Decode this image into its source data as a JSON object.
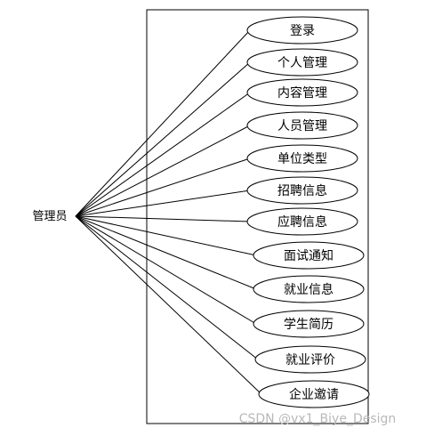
{
  "actor": {
    "label": "管理员"
  },
  "use_cases": [
    {
      "label": "登录"
    },
    {
      "label": "个人管理"
    },
    {
      "label": "内容管理"
    },
    {
      "label": "人员管理"
    },
    {
      "label": "单位类型"
    },
    {
      "label": "招聘信息"
    },
    {
      "label": "应聘信息"
    },
    {
      "label": "面试通知"
    },
    {
      "label": "就业信息"
    },
    {
      "label": "学生简历"
    },
    {
      "label": "就业评价"
    },
    {
      "label": "企业邀请"
    }
  ],
  "watermark": "CSDN @vx1_Biye_Design"
}
